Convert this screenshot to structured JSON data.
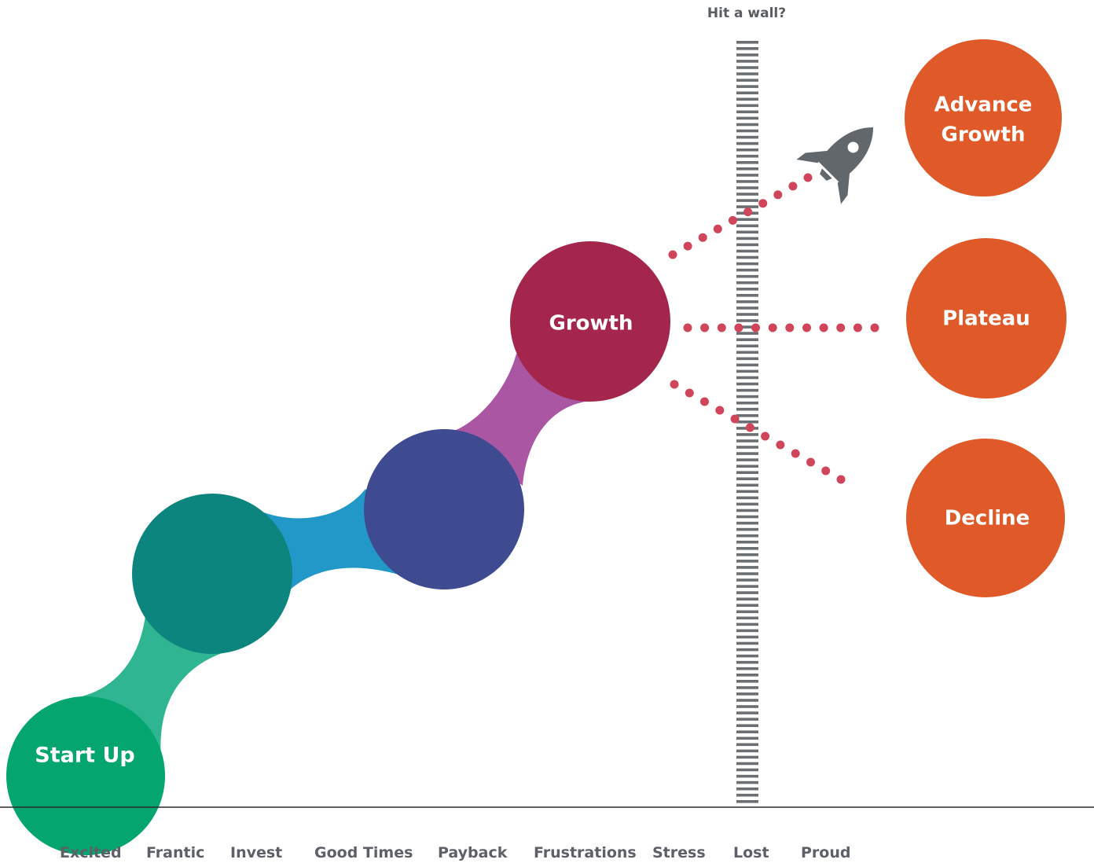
{
  "wall": {
    "title": "Hit a wall?"
  },
  "circles": {
    "start_up": "Start Up",
    "growth": "Growth",
    "advance_growth_line1": "Advance",
    "advance_growth_line2": "Growth",
    "plateau": "Plateau",
    "decline": "Decline"
  },
  "stages": [
    "Excited",
    "Frantic",
    "Invest",
    "Good Times",
    "Payback",
    "Frustrations",
    "Stress",
    "Lost",
    "Proud"
  ],
  "colors": {
    "start_up": "#04a56e",
    "connector_1": "#30b592",
    "circle_2": "#0d857f",
    "connector_2": "#2198c8",
    "circle_3": "#3f4b91",
    "connector_3": "#ab56a3",
    "growth": "#a5264d",
    "outcome": "#e05928",
    "dots": "#d0455a",
    "wall": "#6b6f74",
    "rocket": "#62676c",
    "baseline": "#2b2b2b",
    "label_text": "#5d6167"
  },
  "icons": {
    "rocket": "rocket-icon"
  }
}
